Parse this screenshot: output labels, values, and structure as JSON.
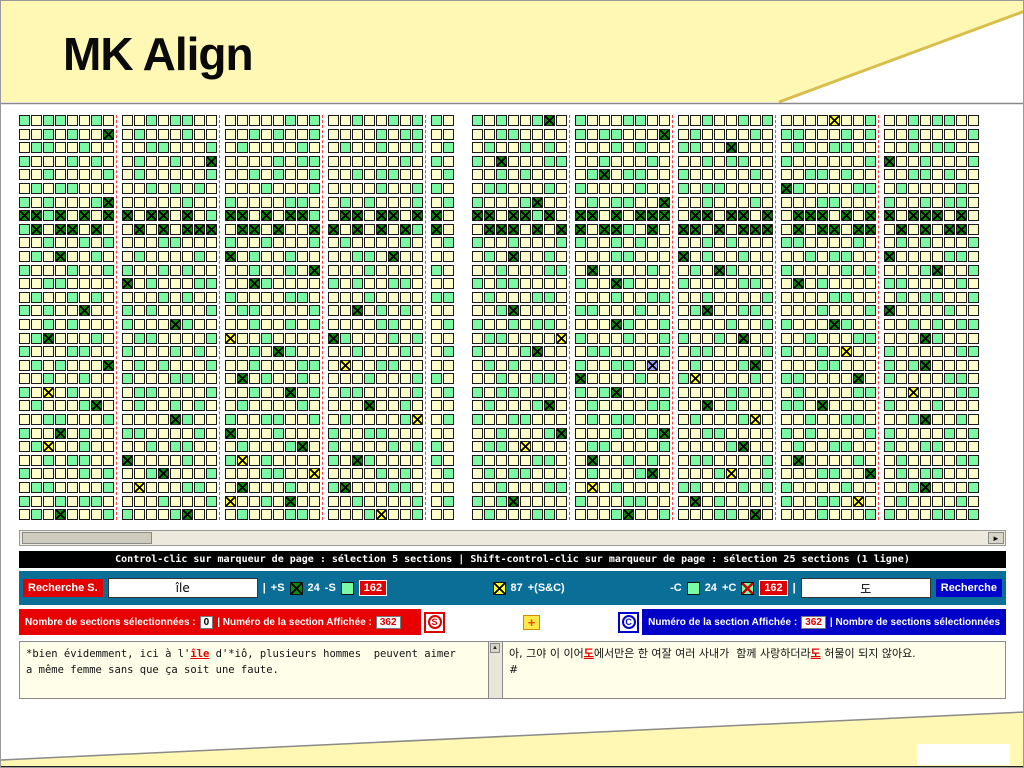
{
  "slide": {
    "title": "MK Align"
  },
  "grid": {
    "legend": {
      ".": "cream-empty",
      "g": "green-section",
      "G": "dark-green-crossed",
      "y": "yellow-crossed",
      "b": "blue-crossed"
    },
    "colors": {
      "cream": "#FFFFCB",
      "green": "#7BF9A3",
      "dark_green": "#0B8A0B",
      "yellow": "#FFFF33",
      "blue": "#99A0FF",
      "separator": "#FF4444"
    },
    "left": {
      "groups": [
        8,
        8,
        8,
        8,
        2
      ],
      "rows": [
        "g.gg..g...g.gg.......g.g..g..g.gg.",
        "..g.g..G.g...g....g.g..g....g.gg..",
        ".gg..g....gg...g.g....g..g..g..g.g",
        "g...g.g..g..g..G....g.gg......g.g.",
        "..g....g.g.....g..g.g..g..g.gg...g",
        ".g.gg.....g.g.g....g...g....g..gg.",
        "g.g...gG.....g..g....gg..g.g...g.g",
        "GGgG.G.GG.GG.G.gGG.G.GGg.GG.GG.GG.",
        "gG.GG.G..G.G.GGG.GG.G..GG.G.G.GgG.",
        "..g..g.g...gg...g..g...g.g....g..g",
        ".g.G..g..g....g.G.g..g....gg.G....",
        "g...g..gg..g.g....g..g.G...g....g.",
        "..gg....G.g...gg..Gg....g.g..gg...",
        ".g..g.g....g.g..g....gg....g....gg",
        "g.g..G..g.g....g.gg....g..G.g.g...",
        "..g.g...g...Gg....g..g.g....gg...g",
        ".gG...g..gg....gy..g....Gg...g.g..",
        "g...gg..g...g.g...g.Gg....g...g..g",
        ".g.g...G.g.g...g..g...gg.y..gg....",
        "..g..g..g...gg...G.g..g....g...gg.",
        "g.y.g....gg....g..g..G.g.gg....g.g",
        ".g...gG..g..g.g..g....g....G..g...",
        "..gg...g....Gg..g..gg..g.g....gy.g",
        "g..G.g..gg....g.G...g...g..gg.....",
        ".gy..g....g.gg...g...gG.g....g.gg.",
        "..g.gg..G....g..gy.g....g.Gg....g.",
        "g....g.g..gG...g...gg..y....g.g..g",
        ".gg....g.y...gg..G...g..gG...gg...",
        "g..g.gg....g...gy..g.G....g....g.g",
        ".g.G...gg...gG...g...gg....gy..g.."
      ]
    },
    "right": {
      "groups": [
        8,
        8,
        8,
        8,
        8
      ],
      "rows": [
        "g.g..gG.g...gg....g..g.g....y..g..g.gg..",
        "..gg....g.gg...G.g....g.gg...g.g..g....g",
        ".g..g.g....g.g..gg..G....g..gg....g.gg..",
        "g.G...gg..g...g...g.gg..g......gG..g...g",
        "..g.g....gG.gg..g.....g...gg.g....gg.g..",
        ".gg...g.g....g..g.gg....Gg....gg.g....g.",
        "g...gG...g.gg..G..g...g....gg...g..g.gg.",
        "GG.GGgG.GG.G.GGG.GG.GG.G.GGG.G.GG.GGG.G.",
        ".GGG.G.GG.GGg.G.GG.G.GGG.G.GG.GG.G.G.GG.",
        "g..g...gg..g.g....g.g...gg....g..g.g...g",
        ".g.G..g....gg...G.g..g....g.gg..G....gg.",
        "..g...gg.G....g..g.Gg...g....g.g...gG..g",
        "g.gg....g..Gg...g....gg..G.g....gg....g.",
        ".g...gg....g..gg..g....g....gg...g.gg..g",
        "..gG....gg...g...gG..gg....g...gG....g..",
        "g..g.gg....Gg..g....g..gg...Gg....g.g.gg",
        ".gg....yg...g..gg..g.G....g...gg...Gg...",
        "g...gG...gg....g.gg....gg..g.y..g.....gg",
        ".g.g....g..gg.b..g...gG....gg...g.gG....",
        "..g..gg.G....g..gy....g.gg....G.g....gg.",
        "g.gg....g.gG...g....gg...g....gg..y...gg",
        ".g...gG..g....gg..G.g...gg.G....g...g...",
        "g..gg....g.gg....g...gy...g..gg...gG..g.",
        "..g...gG...g..gG..gg....g.g....gg....g.g",
        ".gg.y....gg....g....gG...g..gg..g..gg...",
        "g....gg..G..g.g..gg....g.G....g..g....gg",
        ".g.gg....g...gG....gy..g...gg..G.g.gg...",
        "..g...gg.y.g....gg...g.gg....g....gG...g",
        "g.gG....g...gg...G.g....g..gg.y..g....g.",
        ".g...gg....gG..g...gg.G....g...gg...gg.g"
      ]
    }
  },
  "scrollbar": {
    "right_arrow": "►"
  },
  "status_bar": {
    "text": "Control-clic sur marqueur de page : sélection 5 sections | Shift-control-clic sur marqueur de page : sélection 25 sections (1 ligne)"
  },
  "toolbar": {
    "search_left_label": "Recherche S.",
    "search_left_value": "île",
    "sep": "|",
    "plus_s": "+S",
    "count1": "24",
    "minus_s": "-S",
    "count2": "162",
    "mid_count": "87",
    "plus_sc": "+(S&C)",
    "minus_c": "-C",
    "count3": "24",
    "plus_c": "+C",
    "count4": "162",
    "search_right_value": "도",
    "search_right_label": "Recherche"
  },
  "section_bar": {
    "left_text_1": "Nombre de sections sélectionnées :",
    "left_value_1": "0",
    "left_text_2": "| Numéro de la section Affichée :",
    "left_value_2": "362",
    "s_badge": "S",
    "plus_badge": "+",
    "c_badge": "C",
    "right_text_1": "Numéro de la section Affichée :",
    "right_value_1": "362",
    "right_text_2": "| Nombre de sections sélectionnées"
  },
  "text_panels": {
    "splitter_arrow": "▲",
    "left": {
      "lines": [
        [
          {
            "t": "*bien évidemment, ici à l'"
          },
          {
            "t": "île",
            "red": true
          },
          {
            "t": " d'*iô, plusieurs hommes  peuvent aimer"
          }
        ],
        [
          {
            "t": "a même femme sans que ça soit une faute."
          }
        ]
      ]
    },
    "right": {
      "lines": [
        [
          {
            "t": "아, 그야 이 이어"
          },
          {
            "t": "도",
            "red": true
          },
          {
            "t": "에서만은 한 여잘 여러 사내가  함께 사랑하더라"
          },
          {
            "t": "도",
            "red": true
          },
          {
            "t": " 허물이 되지 않아요. "
          }
        ],
        [
          {
            "t": "#"
          }
        ]
      ]
    }
  }
}
